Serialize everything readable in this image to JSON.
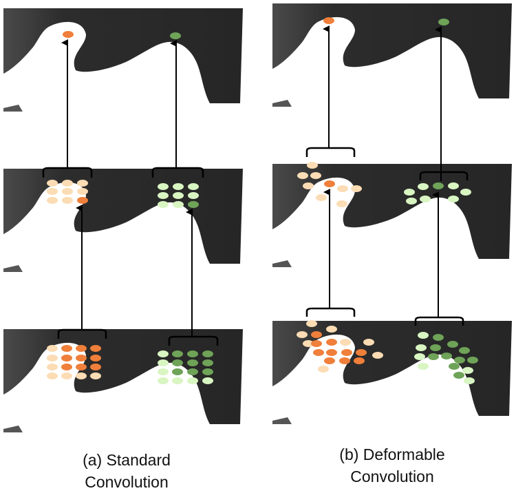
{
  "captions": {
    "standard": {
      "line1": "(a) Standard",
      "line2": "Convolution"
    },
    "deformable": {
      "line1": "(b) Deformable",
      "line2": "Convolution"
    }
  },
  "colors": {
    "dark": "#2b2b2b",
    "light_panel": "#3a3a3a",
    "orange_strong": "#ef7f3a",
    "orange_light": "#fbdcb4",
    "green_strong": "#6fa358",
    "green_light": "#d8f5c2",
    "arrow": "#000000"
  }
}
